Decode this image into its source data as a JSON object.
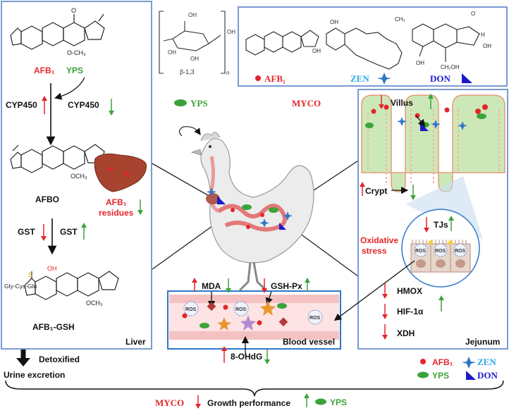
{
  "colors": {
    "panel_border": "#7a9bd1",
    "red": "#e3262b",
    "green": "#3aa33a",
    "blue": "#2f76c9",
    "navy": "#1a1acb",
    "cyan": "#2ba7e8",
    "black": "#111111"
  },
  "liver_panel": {
    "molecule_1": "AFB₁",
    "yps": "YPS",
    "cyp450_left": "CYP450",
    "cyp450_right": "CYP450",
    "molecule_2": "AFBO",
    "residues_line1": "AFB₁",
    "residues_line2": "residues",
    "gst_left": "GST",
    "gst_right": "GST",
    "methoxy_1": "O-CH₃",
    "methoxy_2": "OCH₃",
    "methoxy_3": "OCH₃",
    "peptide": "Gly-Cys-Glu",
    "hydroxyl": "OH",
    "sulfur": "S",
    "molecule_3": "AFB₁-GSH",
    "panel_label": "Liver"
  },
  "top_center": {
    "glucan_label": "β-1,3",
    "oh_labels": [
      "OH",
      "OH",
      "OH",
      "OH"
    ],
    "repeat_n": "n",
    "yps_label": "YPS",
    "myco_label": "MYCO"
  },
  "mycotoxin_panel": {
    "afb1": "AFB₁",
    "zen": "ZEN",
    "don": "DON",
    "ch3": "CH₃",
    "oh_labels": [
      "OH",
      "OH",
      "OH",
      "OH"
    ],
    "ch2oh": "CH₂OH",
    "o_label": "O",
    "h_label": "H"
  },
  "jejunum_panel": {
    "villus": "Villus",
    "crypt": "Crypt",
    "tjs": "TJs",
    "oxidative_1": "Oxidative",
    "oxidative_2": "stress",
    "ros": "ROS",
    "genes": [
      "HMOX",
      "HIF-1α",
      "XDH"
    ],
    "panel_label": "Jejunum"
  },
  "blood_panel": {
    "mda": "MDA",
    "gshpx": "GSH-Px",
    "ros": "ROS",
    "panel_label": "Blood vessel",
    "ohdg": "8-OHdG"
  },
  "bottom": {
    "detoxified": "Detoxified",
    "urine": "Urine excretion",
    "myco": "MYCO",
    "growth": "Growth performance",
    "yps": "YPS"
  },
  "legend": {
    "afb1": "AFB₁",
    "zen": "ZEN",
    "yps": "YPS",
    "don": "DON"
  }
}
